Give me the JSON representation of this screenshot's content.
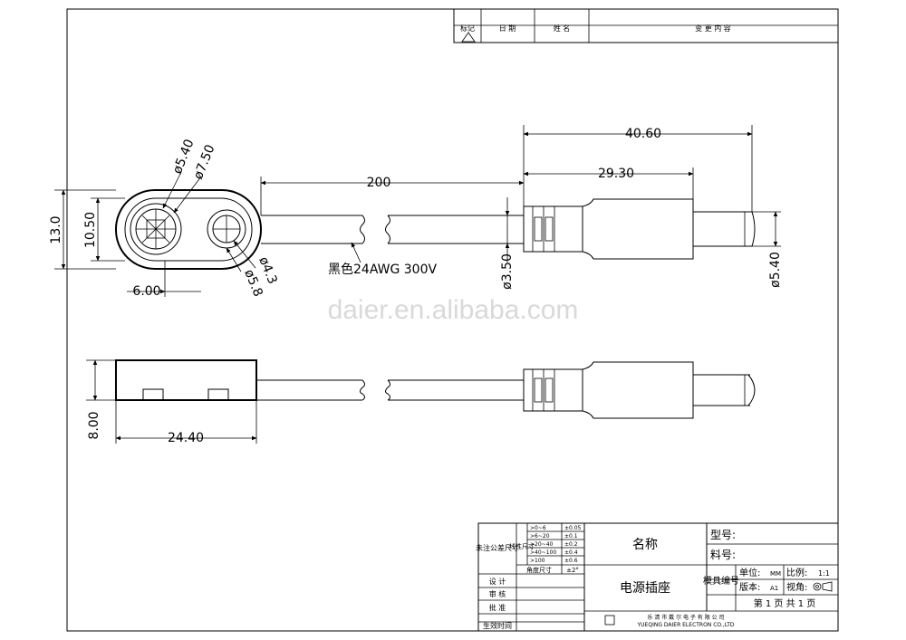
{
  "revision_block": {
    "mark_label": "标记",
    "date_label": "日 期",
    "name_label": "姓 名",
    "change_label": "变 更 内 容"
  },
  "dimensions": {
    "overall_length": "40.60",
    "plug_length": "29.30",
    "cable_length": "200",
    "height_outer": "13.0",
    "height_inner": "10.50",
    "hole_spacing": "6.00",
    "hole_dia_a": "ø5.40",
    "hole_dia_b": "ø7.50",
    "hole_dia_c": "ø4.3",
    "hole_dia_d": "ø5.8",
    "cable_dia": "ø3.50",
    "plug_dia": "ø5.40",
    "side_height": "8.00",
    "side_width": "24.40"
  },
  "cable_note": "黑色24AWG 300V",
  "watermark": "daier.en.alibaba.com",
  "title_block": {
    "tolerance_header": "未注公差尺寸",
    "linear_header": "线性尺寸",
    "tolerance_rows": [
      {
        "range": ">0~6",
        "tol": "±0.05"
      },
      {
        "range": ">6~20",
        "tol": "±0.1"
      },
      {
        "range": ">20~40",
        "tol": "±0.2"
      },
      {
        "range": ">40~100",
        "tol": "±0.4"
      },
      {
        "range": ">100",
        "tol": "±0.6"
      }
    ],
    "angle_label": "角度尺寸",
    "angle_tol": "±2°",
    "design_label": "设 计",
    "review_label": "审 核",
    "approve_label": "批 准",
    "effective_label": "生效时间",
    "name_label": "名称",
    "part_name": "电源插座",
    "model_label": "型号:",
    "part_no_label": "料号:",
    "mold_no_label": "模具编号",
    "unit_label": "单位:",
    "unit_value": "MM",
    "scale_label": "比例:",
    "scale_value": "1:1",
    "version_label": "版本:",
    "version_value": "A1",
    "view_label": "视角:",
    "page_text": "第 1 页 共 1 页",
    "company_cn": "乐 清 市 戴 尔 电 子 有 限 公 司",
    "company_en": "YUEQING DAIER ELECTRON CO.,LTD"
  }
}
